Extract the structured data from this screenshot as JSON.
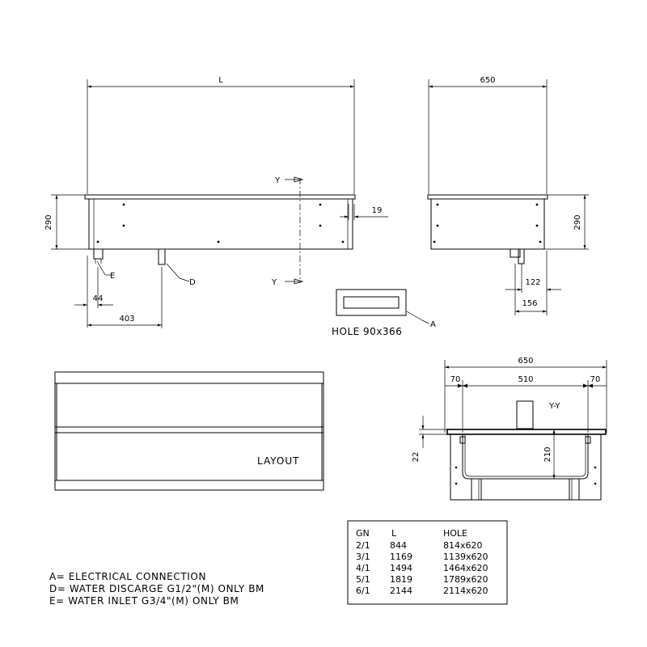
{
  "front_view": {
    "dim_length": "L",
    "dim_height": "290",
    "dim_edge": "19",
    "dim_inlet_offset": "44",
    "dim_discharge_offset": "403",
    "section_marker_top": "Y",
    "section_marker_bottom": "Y",
    "label_e": "E",
    "label_d": "D"
  },
  "side_view": {
    "dim_width": "650",
    "dim_height": "290",
    "dim_122": "122",
    "dim_156": "156"
  },
  "hole_detail": {
    "caption": "HOLE 90x366",
    "label_a": "A"
  },
  "layout_view": {
    "caption": "LAYOUT"
  },
  "section_view": {
    "dim_total": "650",
    "dim_left": "70",
    "dim_mid": "510",
    "dim_right": "70",
    "title": "Y-Y",
    "dim_depth": "210",
    "dim_rim": "22"
  },
  "legend": {
    "a": "A= ELECTRICAL CONNECTION",
    "d": "D= WATER DISCARGE G1/2\"(M) ONLY BM",
    "e": "E= WATER INLET G3/4\"(M) ONLY BM"
  },
  "spec_table": {
    "headers": [
      "GN",
      "L",
      "HOLE"
    ],
    "rows": [
      [
        "2/1",
        "844",
        "814x620"
      ],
      [
        "3/1",
        "1169",
        "1139x620"
      ],
      [
        "4/1",
        "1494",
        "1464x620"
      ],
      [
        "5/1",
        "1819",
        "1789x620"
      ],
      [
        "6/1",
        "2144",
        "2114x620"
      ]
    ]
  }
}
